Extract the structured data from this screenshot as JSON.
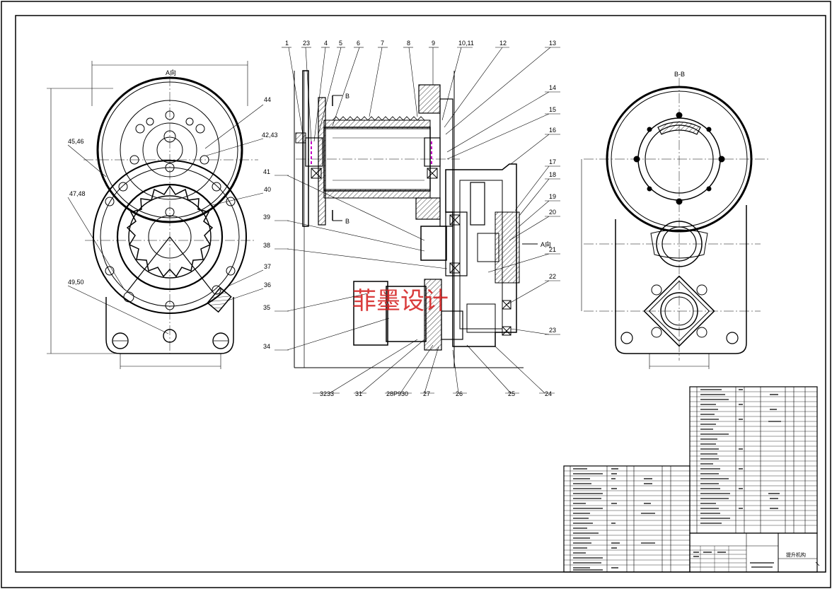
{
  "view_labels": {
    "view_a": "A向",
    "section_bb": "B-B",
    "section_mark_b_top": "B",
    "section_mark_b_bottom": "B",
    "arrow_a": "A向"
  },
  "callouts_middle": [
    "1",
    "23",
    "4",
    "5",
    "6",
    "7",
    "8",
    "9",
    "10,11",
    "12",
    "13",
    "14",
    "15",
    "16",
    "17",
    "18",
    "19",
    "20",
    "21",
    "22",
    "23",
    "24",
    "25",
    "26",
    "27",
    "28P930",
    "31",
    "3233",
    "34",
    "35",
    "38",
    "39",
    "41"
  ],
  "callouts_left": [
    "44",
    "45,46",
    "42,43",
    "47,48",
    "40",
    "37",
    "36",
    "49,50"
  ],
  "watermark": "菲墨设计",
  "title_block": {
    "drawing_title": "提升机构"
  },
  "colors": {
    "line": "#000000",
    "magenta": "#c400c4",
    "watermark": "#d21919"
  }
}
